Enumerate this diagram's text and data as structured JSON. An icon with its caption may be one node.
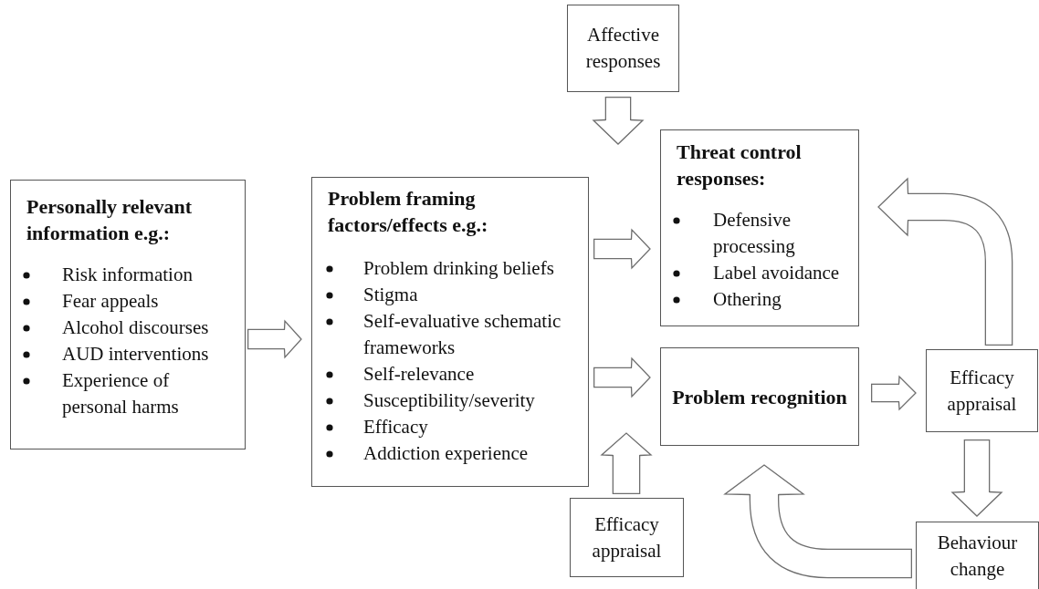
{
  "diagram": {
    "nodes": [
      {
        "text": [
          "Personally relevant information e.g.:",
          "Risk information",
          "Fear appeals",
          "Alcohol discourses",
          "AUD interventions",
          "Experience of personal harms"
        ]
      },
      {
        "text": [
          "Problem framing factors/effects e.g.:",
          "Problem drinking beliefs",
          "Stigma",
          "Self-evaluative schematic frameworks",
          "Self-relevance",
          "Susceptibility/severity",
          "Efficacy",
          "Addiction experience"
        ]
      },
      {
        "text": [
          "Affective responses"
        ]
      },
      {
        "text": [
          "Threat control responses:",
          "Defensive processing",
          "Label avoidance",
          "Othering"
        ]
      },
      {
        "text": [
          "Problem recognition"
        ]
      },
      {
        "text": [
          "Efficacy appraisal"
        ]
      },
      {
        "text": [
          "Efficacy appraisal"
        ]
      },
      {
        "text": [
          "Behaviour change"
        ]
      }
    ],
    "edges": [
      {
        "from": 0,
        "to": 1,
        "arrow": "to"
      },
      {
        "from": 2,
        "to": 3,
        "arrow": "to"
      },
      {
        "from": 1,
        "to": 3,
        "arrow": "to"
      },
      {
        "from": 1,
        "to": 4,
        "arrow": "to"
      },
      {
        "from": 6,
        "to": 4,
        "arrow": "to"
      },
      {
        "from": 4,
        "to": 5,
        "arrow": "to"
      },
      {
        "from": 5,
        "to": 3,
        "arrow": "to"
      },
      {
        "from": 5,
        "to": 7,
        "arrow": "to"
      },
      {
        "from": 7,
        "to": 4,
        "arrow": "to"
      }
    ]
  }
}
